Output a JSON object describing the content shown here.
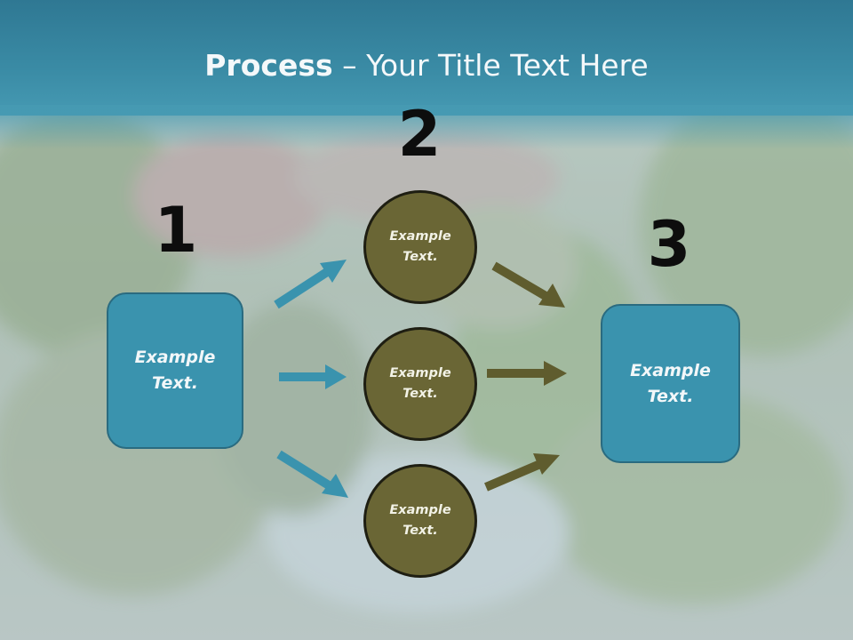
{
  "title": {
    "bold": "Process",
    "rest": " – Your Title Text Here"
  },
  "steps": [
    {
      "number": "1",
      "text": "Example\nText."
    },
    {
      "number": "2",
      "texts": [
        "Example\nText.",
        "Example\nText.",
        "Example\nText."
      ]
    },
    {
      "number": "3",
      "text": "Example\nText."
    }
  ],
  "colors": {
    "title_band": "#3a8ba5",
    "box_fill": "#3a93ae",
    "circle_fill": "#6a6635",
    "arrow_blue": "#3a93ae",
    "arrow_olive": "#5f5c2e"
  }
}
